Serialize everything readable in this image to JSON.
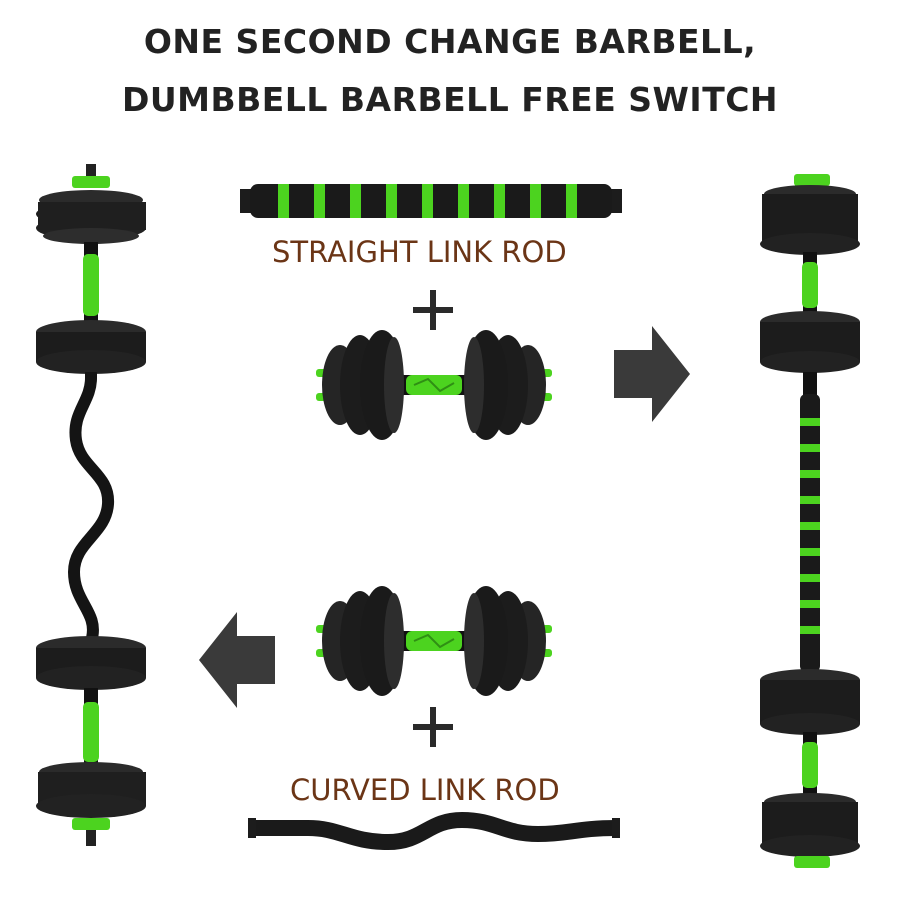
{
  "headline": {
    "line1": "ONE SECOND CHANGE BARBELL,",
    "line2": "DUMBBELL BARBELL FREE SWITCH"
  },
  "straight_rod": {
    "label": "STRAIGHT LINK ROD"
  },
  "curved_rod": {
    "label": "CURVED LINK ROD"
  },
  "colors": {
    "accent_green": "#4cd31f",
    "plate_black": "#1c1c1c",
    "arrow_gray": "#3a3a3a",
    "label_brown": "#6b3516",
    "headline": "#222222"
  },
  "icons": {
    "plus": "plus-icon",
    "arrow_right": "arrow-right-icon",
    "arrow_left": "arrow-left-icon"
  }
}
